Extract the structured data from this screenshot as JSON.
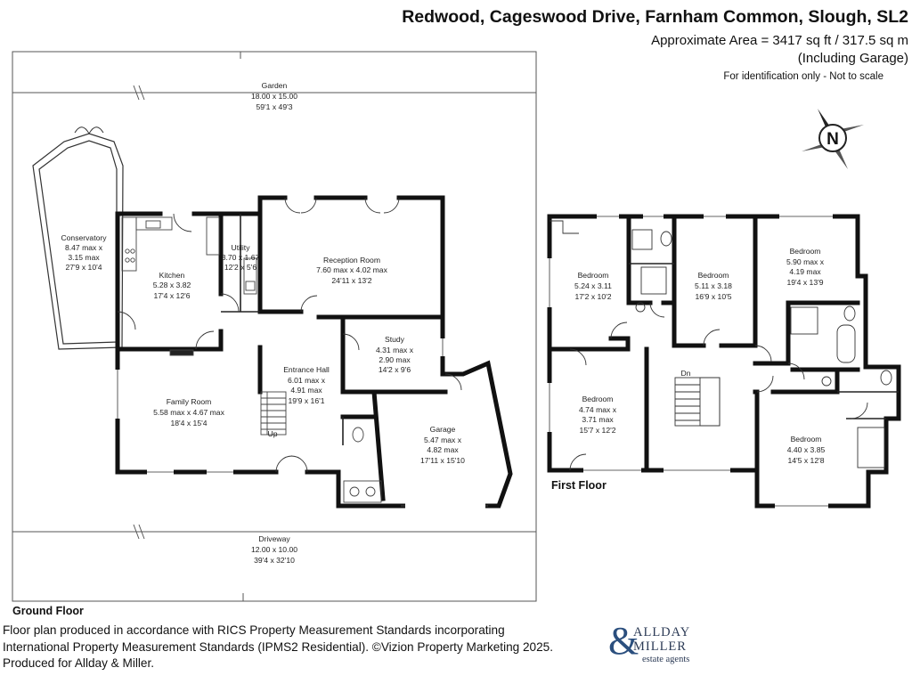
{
  "header": {
    "title": "Redwood, Cageswood Drive, Farnham Common, Slough, SL2",
    "area": "Approximate Area = 3417 sq ft / 317.5 sq m",
    "including": "(Including Garage)",
    "note": "For identification only - Not to scale"
  },
  "compass": {
    "letter": "N"
  },
  "ground_floor": {
    "label": "Ground Floor",
    "stairs_label": "Up",
    "garden": {
      "name": "Garden",
      "metric": "18.00 x 15.00",
      "imperial": "59'1 x 49'3"
    },
    "driveway": {
      "name": "Driveway",
      "metric": "12.00 x 10.00",
      "imperial": "39'4 x 32'10"
    },
    "conservatory": {
      "name": "Conservatory",
      "metric1": "8.47 max x",
      "metric2": "3.15 max",
      "imperial": "27'9 x 10'4"
    },
    "kitchen": {
      "name": "Kitchen",
      "metric": "5.28 x 3.82",
      "imperial": "17'4 x 12'6"
    },
    "utility": {
      "name": "Utility",
      "metric": "3.70 x 1.67",
      "imperial": "12'2 x 5'6"
    },
    "reception": {
      "name": "Reception Room",
      "metric": "7.60 max x 4.02 max",
      "imperial": "24'11 x 13'2"
    },
    "study": {
      "name": "Study",
      "metric1": "4.31 max x",
      "metric2": "2.90 max",
      "imperial": "14'2 x 9'6"
    },
    "family": {
      "name": "Family Room",
      "metric": "5.58 max x 4.67 max",
      "imperial": "18'4 x 15'4"
    },
    "hall": {
      "name": "Entrance Hall",
      "metric1": "6.01 max x",
      "metric2": "4.91 max",
      "imperial": "19'9 x 16'1"
    },
    "garage": {
      "name": "Garage",
      "metric1": "5.47 max x",
      "metric2": "4.82 max",
      "imperial": "17'11 x 15'10"
    }
  },
  "first_floor": {
    "label": "First Floor",
    "stairs_label": "Dn",
    "bed1": {
      "name": "Bedroom",
      "metric": "5.24 x 3.11",
      "imperial": "17'2 x 10'2"
    },
    "bed2": {
      "name": "Bedroom",
      "metric": "5.11 x 3.18",
      "imperial": "16'9 x 10'5"
    },
    "bed3": {
      "name": "Bedroom",
      "metric1": "5.90 max x",
      "metric2": "4.19 max",
      "imperial": "19'4 x 13'9"
    },
    "bed4": {
      "name": "Bedroom",
      "metric1": "4.74 max x",
      "metric2": "3.71 max",
      "imperial": "15'7 x 12'2"
    },
    "bed5": {
      "name": "Bedroom",
      "metric": "4.40 x 3.85",
      "imperial": "14'5 x 12'8"
    }
  },
  "footer": {
    "line1": "Floor plan produced in accordance with RICS Property Measurement Standards incorporating",
    "line2": "International Property Measurement Standards (IPMS2 Residential). ©Vizion Property Marketing 2025.",
    "line3": "Produced for Allday & Miller."
  },
  "logo": {
    "amp": "&",
    "line1": "ALLDAY",
    "line2": "MILLER",
    "line3": "estate agents"
  },
  "colors": {
    "wall": "#111111",
    "logo_blue": "#2b4f7e"
  }
}
